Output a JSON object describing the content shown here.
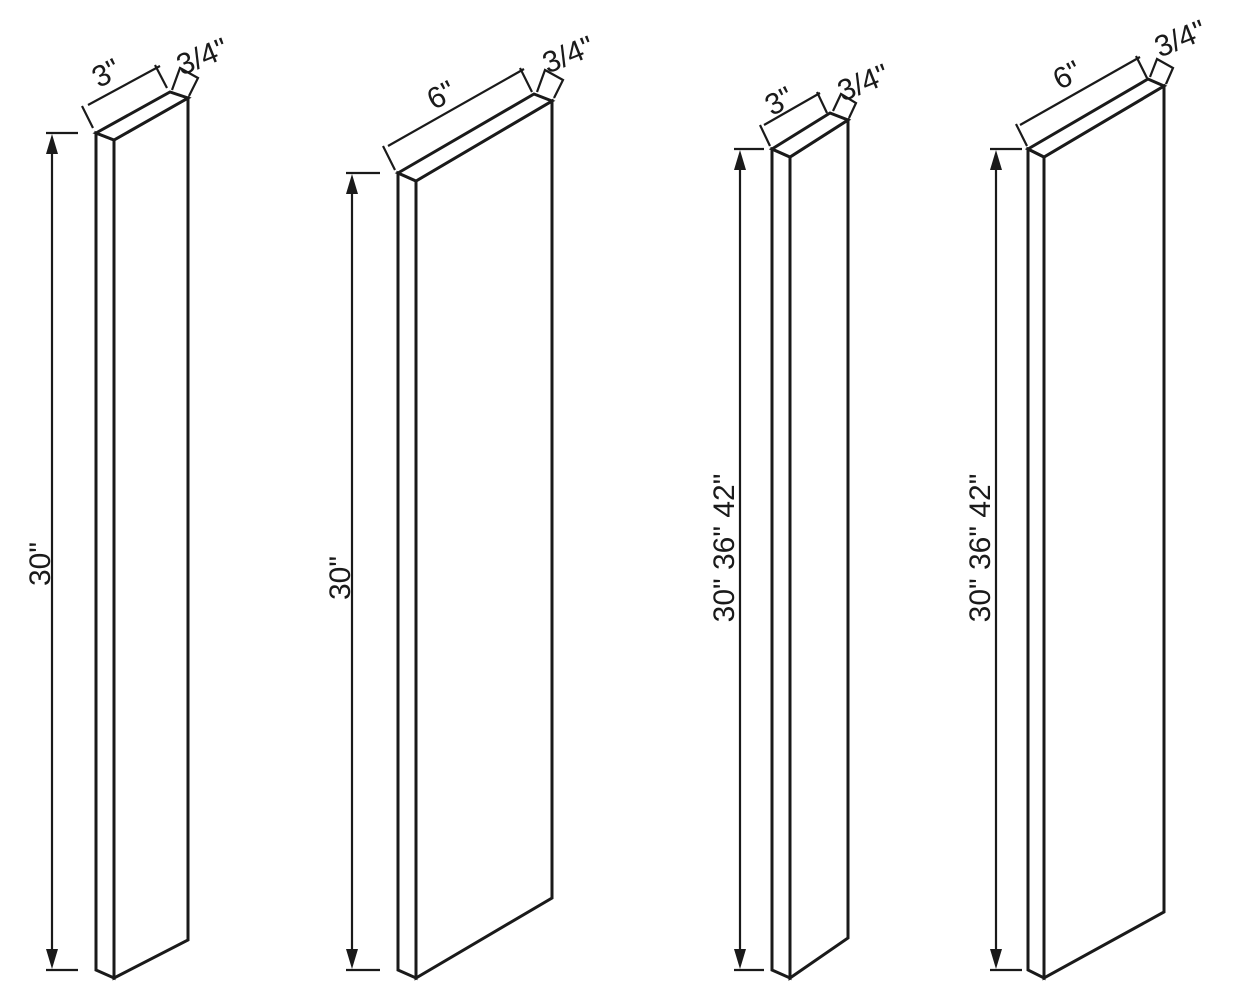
{
  "panels": [
    {
      "name": "panel-1",
      "width_label": "3\"",
      "depth_label": "3/4\"",
      "height_label": "30\""
    },
    {
      "name": "panel-2",
      "width_label": "6\"",
      "depth_label": "3/4\"",
      "height_label": "30\""
    },
    {
      "name": "panel-3",
      "width_label": "3\"",
      "depth_label": "3/4\"",
      "height_label": "30\" 36\" 42\""
    },
    {
      "name": "panel-4",
      "width_label": "6\"",
      "depth_label": "3/4\"",
      "height_label": "30\" 36\" 42\""
    }
  ],
  "colors": {
    "line": "#1a1a1a",
    "background": "#ffffff"
  }
}
